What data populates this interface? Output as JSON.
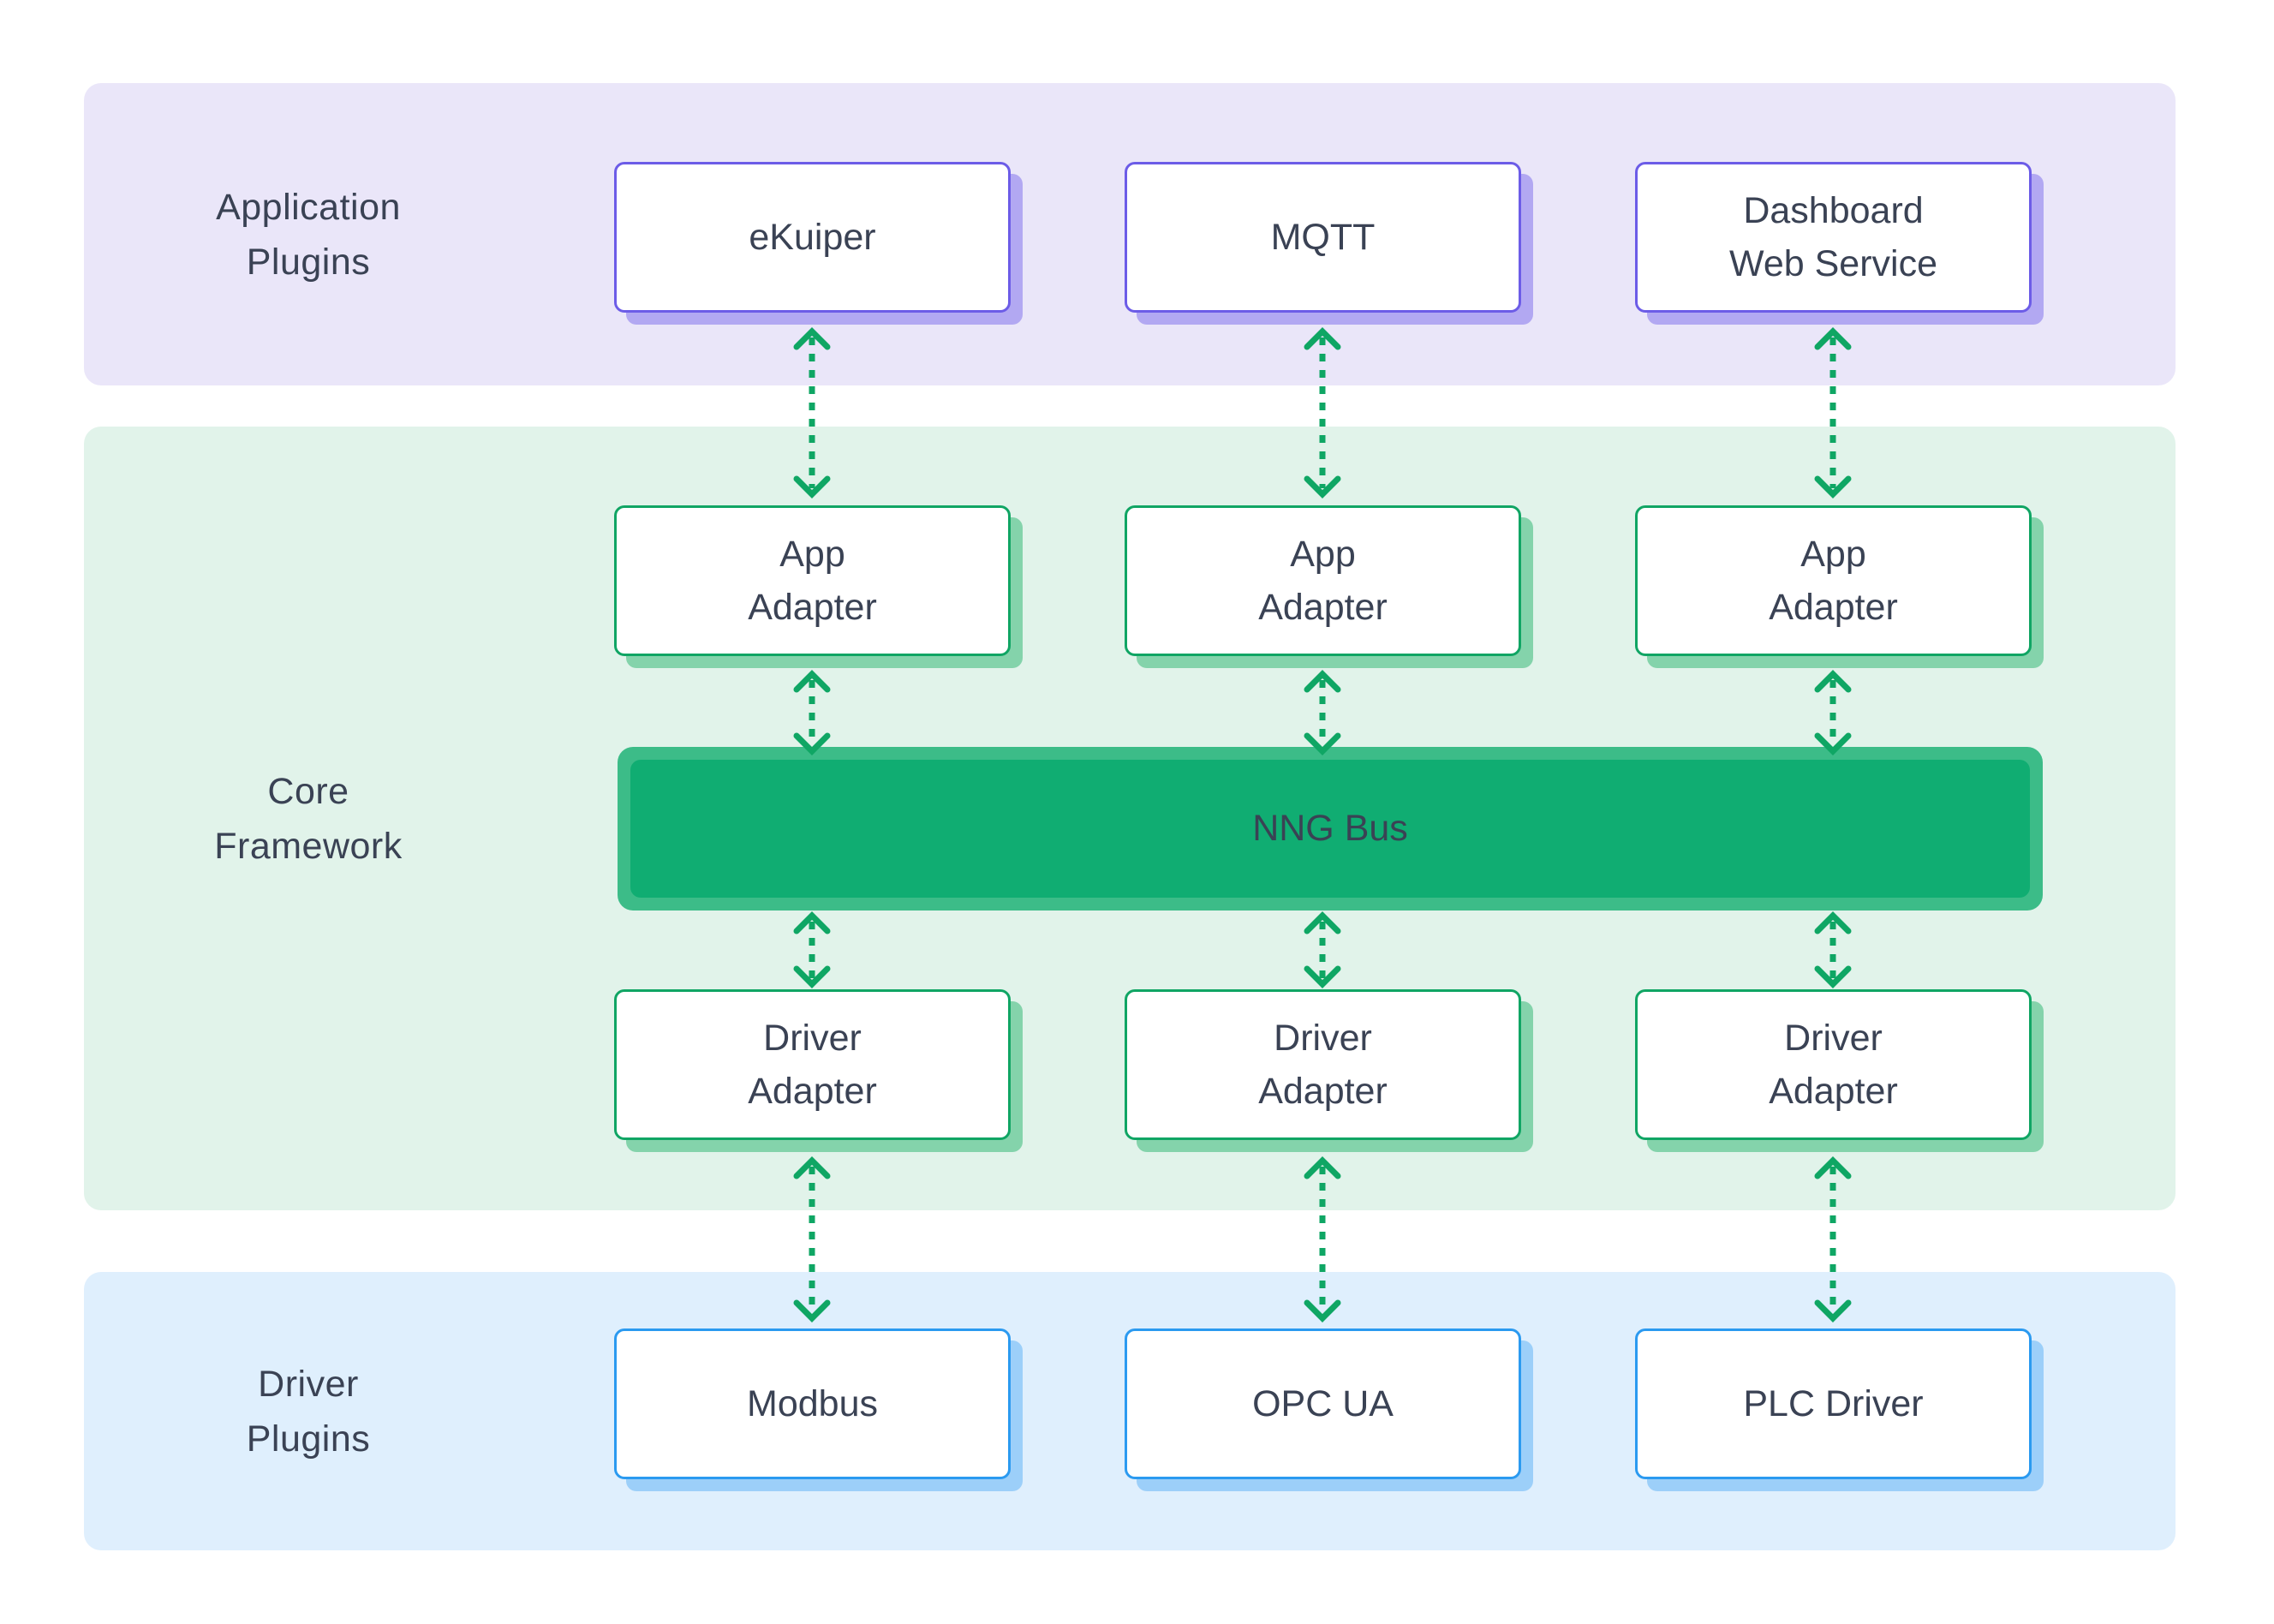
{
  "bands": [
    {
      "label_lines": [
        "Application",
        "Plugins"
      ],
      "boxes": [
        {
          "lines": [
            "eKuiper"
          ]
        },
        {
          "lines": [
            "MQTT"
          ]
        },
        {
          "lines": [
            "Dashboard",
            "Web Service"
          ]
        }
      ]
    },
    {
      "label_lines": [
        "Core",
        "Framework"
      ],
      "app_adapters": [
        {
          "lines": [
            "App",
            "Adapter"
          ]
        },
        {
          "lines": [
            "App",
            "Adapter"
          ]
        },
        {
          "lines": [
            "App",
            "Adapter"
          ]
        }
      ],
      "bus": {
        "label": "NNG Bus"
      },
      "driver_adapters": [
        {
          "lines": [
            "Driver",
            "Adapter"
          ]
        },
        {
          "lines": [
            "Driver",
            "Adapter"
          ]
        },
        {
          "lines": [
            "Driver",
            "Adapter"
          ]
        }
      ]
    },
    {
      "label_lines": [
        "Driver",
        "Plugins"
      ],
      "boxes": [
        {
          "lines": [
            "Modbus"
          ]
        },
        {
          "lines": [
            "OPC UA"
          ]
        },
        {
          "lines": [
            "PLC Driver"
          ]
        }
      ]
    }
  ],
  "colors": {
    "canvas_bg": "#FFFFFF",
    "text": "#3A4254",
    "app_band_bg": "#EAE6F9",
    "app_border": "#6C5CE7",
    "app_shadow": "#B2A8F2",
    "core_band_bg": "#E1F3EA",
    "core_border": "#10A564",
    "core_shadow": "#84D3AB",
    "driver_band_bg": "#DFEFFD",
    "driver_border": "#2B9AF0",
    "driver_shadow": "#9CCFF9",
    "bus_fill": "#10AD72",
    "bus_halo": "#3CBC88",
    "arrow": "#0FA664"
  }
}
